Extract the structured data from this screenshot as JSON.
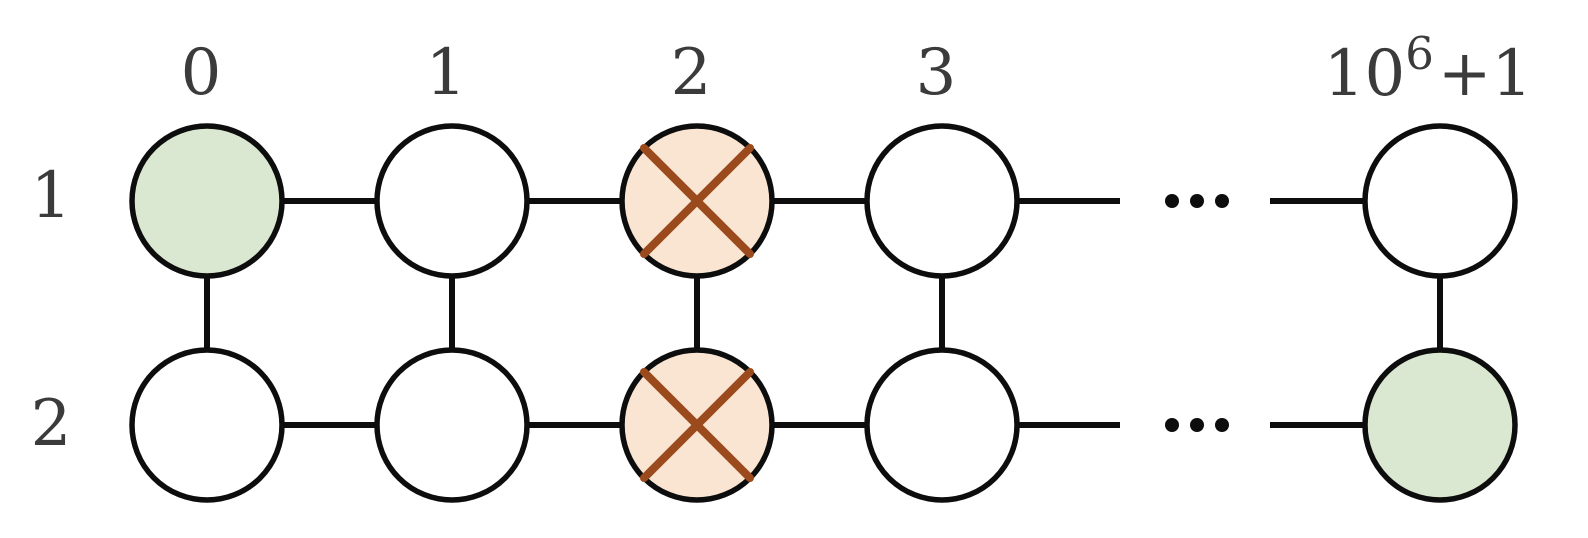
{
  "figure": {
    "title": "two-row grid graph with blocked column",
    "row_labels": [
      "1",
      "2"
    ],
    "column_labels": [
      "0",
      "1",
      "2",
      "3"
    ],
    "last_column_label": {
      "base": "10",
      "superscript": "6",
      "suffix": "+1"
    },
    "ellipsis_text": "...",
    "nodes": [
      {
        "row": 1,
        "col": "0",
        "state": "start"
      },
      {
        "row": 1,
        "col": "1",
        "state": "open"
      },
      {
        "row": 1,
        "col": "2",
        "state": "blocked"
      },
      {
        "row": 1,
        "col": "3",
        "state": "open"
      },
      {
        "row": 1,
        "col": "last",
        "state": "open"
      },
      {
        "row": 2,
        "col": "0",
        "state": "open"
      },
      {
        "row": 2,
        "col": "1",
        "state": "open"
      },
      {
        "row": 2,
        "col": "2",
        "state": "blocked"
      },
      {
        "row": 2,
        "col": "3",
        "state": "open"
      },
      {
        "row": 2,
        "col": "last",
        "state": "end"
      }
    ],
    "colors": {
      "node_stroke": "#0d0d0d",
      "edge": "#0d0d0d",
      "open_fill": "#ffffff",
      "highlight_green": "#dbe8d1",
      "blocked_peach": "#f9e5d2",
      "cross_brown": "#9a4a1c",
      "label_gray": "#3b3b3b",
      "background": "#ffffff"
    }
  }
}
